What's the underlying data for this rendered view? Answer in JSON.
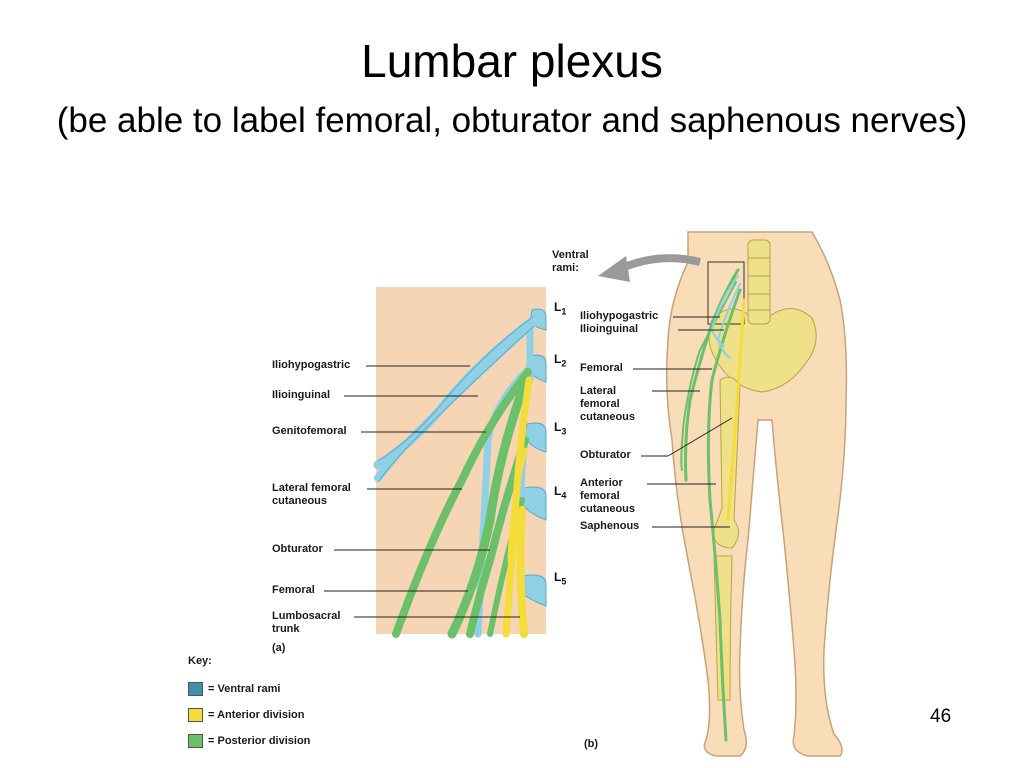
{
  "title": "Lumbar plexus",
  "subtitle": "(be able to label femoral, obturator and saphenous nerves)",
  "panel_a": {
    "segments": [
      {
        "letter": "L",
        "num": "1"
      },
      {
        "letter": "L",
        "num": "2"
      },
      {
        "letter": "L",
        "num": "3"
      },
      {
        "letter": "L",
        "num": "4"
      },
      {
        "letter": "L",
        "num": "5"
      }
    ],
    "labels": [
      "Iliohypogastric",
      "Ilioinguinal",
      "Genitofemoral",
      "Lateral femoral\ncutaneous",
      "Obturator",
      "Femoral",
      "Lumbosacral\ntrunk"
    ],
    "panel_label": "(a)"
  },
  "panel_b": {
    "ventral_rami": "Ventral\nrami:",
    "labels": [
      "Iliohypogastric",
      "Ilioinguinal",
      "Femoral",
      "Lateral\nfemoral\ncutaneous",
      "Obturator",
      "Anterior\nfemoral\ncutaneous",
      "Saphenous"
    ],
    "panel_label": "(b)"
  },
  "key": {
    "title": "Key:",
    "items": [
      {
        "label": "= Ventral rami",
        "color": "#3e8fa8"
      },
      {
        "label": "= Anterior division",
        "color": "#f4dd3a"
      },
      {
        "label": "= Posterior division",
        "color": "#6cc06a"
      }
    ]
  },
  "slide_number": "46",
  "colors": {
    "ventral": "#8fd0e6",
    "ventral_dark": "#3e8fa8",
    "anterior": "#f4dd3a",
    "posterior": "#6cc06a",
    "panel_bg": "#f6d5b4",
    "skin": "#f8ddb8",
    "bone": "#efe08a"
  }
}
